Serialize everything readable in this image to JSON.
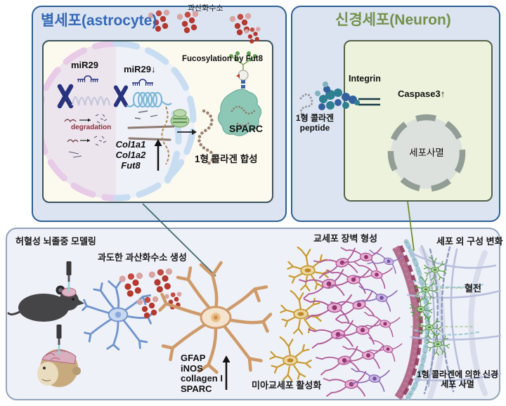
{
  "astro": {
    "title": "별세포(astrocyte)",
    "h2o2": "과산화수소",
    "mir29_left": "miR29",
    "mir29_right": "miR29↓",
    "degradation": "degradation",
    "genes": [
      "Col1a1",
      "Col1a2",
      "Fut8"
    ],
    "fucosylation": "Fucosylation by Fut8",
    "sparc": "SPARC",
    "collagen_synthesis": "1형 콜라겐 합성"
  },
  "neuron": {
    "title": "신경세포(Neuron)",
    "integrin": "Integrin",
    "peptide1": "1형 콜라겐",
    "peptide2": "peptide",
    "caspase": "Caspase3↑",
    "apoptosis": "세포사멸"
  },
  "bottom": {
    "stroke_modeling": "허혈성 뇌졸중 모델링",
    "h2o2_production": "과도한 과산화수소 생성",
    "markers": [
      "GFAP",
      "iNOS",
      "collagen I",
      "SPARC"
    ],
    "microglia": "미아교세포 활성화",
    "barrier": "교세포 장벽 형성",
    "ecm": "세포 외 구성 변화",
    "thrombus": "혈전",
    "death1": "1형 콜라겐에 의한 신경",
    "death2": "세포 사멸"
  },
  "colors": {
    "astro_title": "#3568b8",
    "neuron_title": "#74914c",
    "panel_fill": "#dbe4f0",
    "panel_border": "#2d5e94",
    "cellbox_fill": "#fcfaef",
    "neuronbox_fill": "#edf2dc",
    "h2o2_dot": "#b5382f",
    "degradation_text": "#8d2f3c",
    "sparc_blob": "#8dc7b5"
  }
}
